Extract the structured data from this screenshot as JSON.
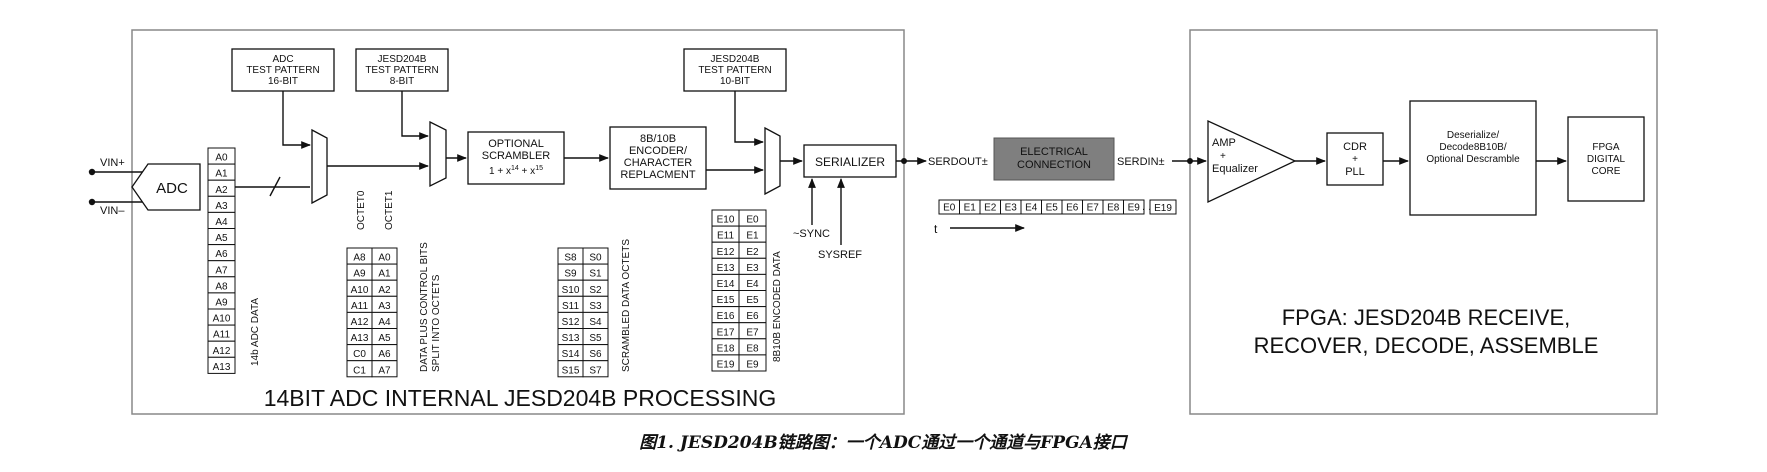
{
  "adc_frame": {
    "title": "14BIT ADC INTERNAL JESD204B PROCESSING"
  },
  "fpga_frame": {
    "title_line1": "FPGA: JESD204B RECEIVE,",
    "title_line2": "RECOVER, DECODE, ASSEMBLE"
  },
  "inputs": {
    "vin_plus": "VIN+",
    "vin_minus": "VIN–"
  },
  "adc": {
    "label": "ADC"
  },
  "adc_test_pattern": [
    "ADC",
    "TEST PATTERN",
    "16-BIT"
  ],
  "jesd_test_pattern_8": [
    "JESD204B",
    "TEST PATTERN",
    "8-BIT"
  ],
  "jesd_test_pattern_10": [
    "JESD204B",
    "TEST PATTERN",
    "10-BIT"
  ],
  "scrambler": [
    "OPTIONAL",
    "SCRAMBLER"
  ],
  "scrambler_poly": {
    "a": "1 + x",
    "e1": "14",
    "b": " + x",
    "e2": "15"
  },
  "encoder": [
    "8B/10B",
    "ENCODER/",
    "CHARACTER",
    "REPLACMENT"
  ],
  "serializer": {
    "label": "SERIALIZER"
  },
  "sync_label": "~SYNC",
  "sysref_label": "SYSREF",
  "serdout": "SERDOUT±",
  "serdin": "SERDIN±",
  "electrical": [
    "ELECTRICAL",
    "CONNECTION"
  ],
  "amp": [
    "AMP",
    "+",
    "Equalizer"
  ],
  "cdr": [
    "CDR",
    "+",
    "PLL"
  ],
  "deserializer": [
    "Deserialize/",
    "Decode8B10B/",
    "Optional Descramble"
  ],
  "fpga_core": [
    "FPGA",
    "DIGITAL",
    "CORE"
  ],
  "adc_bits": [
    "A0",
    "A1",
    "A2",
    "A3",
    "A4",
    "A5",
    "A6",
    "A7",
    "A8",
    "A9",
    "A10",
    "A11",
    "A12",
    "A13"
  ],
  "adc_bits_label": "14b ADC DATA",
  "octet_headers": [
    "OCTET0",
    "OCTET1"
  ],
  "octet0": [
    "A8",
    "A9",
    "A10",
    "A11",
    "A12",
    "A13",
    "C0",
    "C1"
  ],
  "octet1": [
    "A0",
    "A1",
    "A2",
    "A3",
    "A4",
    "A5",
    "A6",
    "A7"
  ],
  "octet_label": [
    "DATA PLUS CONTROL BITS",
    "SPLIT INTO OCTETS"
  ],
  "scrambled_col0": [
    "S8",
    "S9",
    "S10",
    "S11",
    "S12",
    "S13",
    "S14",
    "S15"
  ],
  "scrambled_col1": [
    "S0",
    "S1",
    "S2",
    "S3",
    "S4",
    "S5",
    "S6",
    "S7"
  ],
  "scrambled_label": "SCRAMBLED DATA OCTETS",
  "encoded_col0": [
    "E10",
    "E11",
    "E12",
    "E13",
    "E14",
    "E15",
    "E16",
    "E17",
    "E18",
    "E19"
  ],
  "encoded_col1": [
    "E0",
    "E1",
    "E2",
    "E3",
    "E4",
    "E5",
    "E6",
    "E7",
    "E8",
    "E9"
  ],
  "encoded_label": "8B10B ENCODED DATA",
  "serial_stream": [
    "E0",
    "E1",
    "E2",
    "E3",
    "E4",
    "E5",
    "E6",
    "E7",
    "E8",
    "E9"
  ],
  "serial_ellipsis": ". . .",
  "serial_last": "E19",
  "time_label": "t",
  "caption": "图1. JESD204B链路图：一个ADC通过一个通道与FPGA接口",
  "colors": {
    "electrical_fill": "#7f7f7f",
    "frame_stroke": "#888888"
  }
}
